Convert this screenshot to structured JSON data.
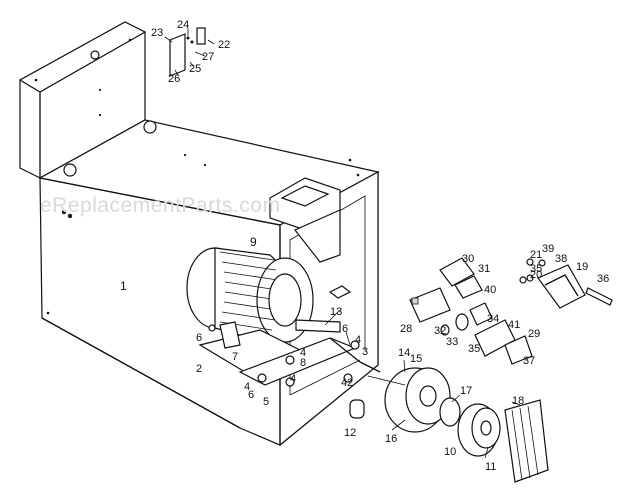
{
  "watermark": "eReplacementParts.com",
  "callouts": {
    "c1": "1",
    "c2": "2",
    "c3": "3",
    "c4a": "4",
    "c4b": "4",
    "c4c": "4",
    "c4d": "4",
    "c5": "5",
    "c6a": "6",
    "c6b": "6",
    "c6c": "6",
    "c7": "7",
    "c8": "8",
    "c9": "9",
    "c10": "10",
    "c11": "11",
    "c12": "12",
    "c13": "13",
    "c14": "14",
    "c15": "15",
    "c16": "16",
    "c17": "17",
    "c18": "18",
    "c19": "19",
    "c20": "20",
    "c21": "21",
    "c22": "22",
    "c23": "23",
    "c24": "24",
    "c25": "25",
    "c26": "26",
    "c27": "27",
    "c28": "28",
    "c29": "29",
    "c30": "30",
    "c31": "31",
    "c32": "32",
    "c33": "33",
    "c34": "34",
    "c35a": "35",
    "c35b": "35",
    "c36": "36",
    "c37": "37",
    "c38": "38",
    "c39": "39",
    "c40": "40",
    "c41": "41",
    "c42": "42"
  }
}
